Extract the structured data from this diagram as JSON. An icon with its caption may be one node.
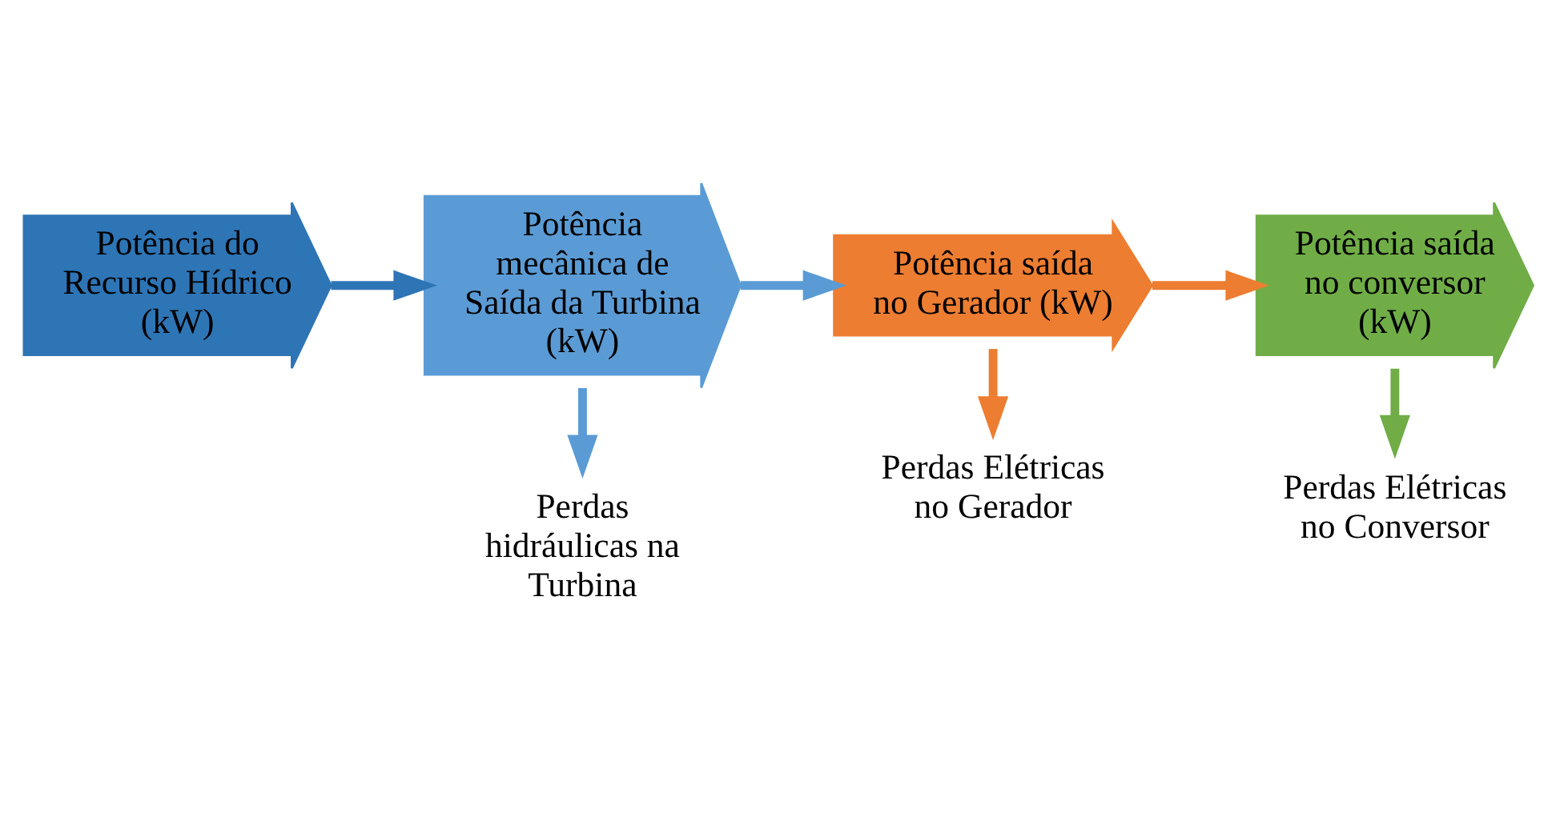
{
  "diagram": {
    "nodes": [
      {
        "text": [
          "Potência do Recurso Hídrico (kW)"
        ]
      },
      {
        "text": [
          "Potência mecânica de Saída da Turbina (kW)"
        ]
      },
      {
        "text": [
          "Potência saída no Gerador (kW)"
        ]
      },
      {
        "text": [
          "Potência saída no conversor (kW)"
        ]
      },
      {
        "text": [
          "Perdas hidráulicas na Turbina"
        ]
      },
      {
        "text": [
          "Perdas Elétricas no Gerador"
        ]
      },
      {
        "text": [
          "Perdas Elétricas no Conversor"
        ]
      }
    ],
    "edges": [
      {
        "from": 0,
        "to": 1,
        "arrow": "to",
        "color": "#2e75b6"
      },
      {
        "from": 1,
        "to": 2,
        "arrow": "to",
        "color": "#5b9bd5"
      },
      {
        "from": 2,
        "to": 3,
        "arrow": "to",
        "color": "#ed7d31"
      },
      {
        "from": 1,
        "to": 4,
        "arrow": "to",
        "color": "#5b9bd5"
      },
      {
        "from": 2,
        "to": 5,
        "arrow": "to",
        "color": "#ed7d31"
      },
      {
        "from": 3,
        "to": 6,
        "arrow": "to",
        "color": "#70ad47"
      }
    ]
  }
}
